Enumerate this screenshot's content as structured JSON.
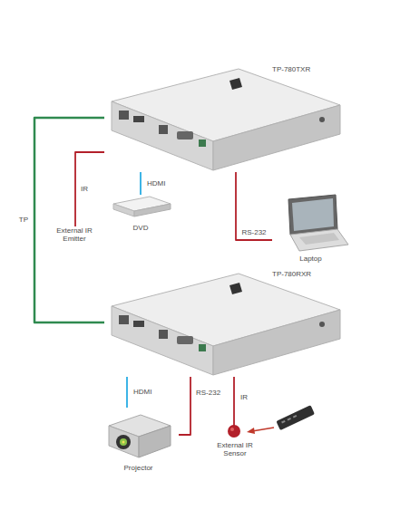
{
  "diagram": {
    "nodes": [
      {
        "text": [
          "TP-780TXR"
        ]
      },
      {
        "text": [
          "External IR Emitter"
        ]
      },
      {
        "text": [
          "DVD"
        ]
      },
      {
        "text": [
          "Laptop"
        ]
      },
      {
        "text": [
          "TP-780RXR"
        ]
      },
      {
        "text": [
          "Projector"
        ]
      },
      {
        "text": [
          "External IR Sensor"
        ]
      }
    ],
    "edges": [
      {
        "from": 2,
        "to": 0,
        "label": "HDMI",
        "arrow": "none"
      },
      {
        "from": 0,
        "to": 1,
        "label": "IR",
        "arrow": "none"
      },
      {
        "from": 0,
        "to": 3,
        "label": "RS-232",
        "arrow": "none"
      },
      {
        "from": 0,
        "to": 4,
        "label": "TP",
        "arrow": "none"
      },
      {
        "from": 4,
        "to": 5,
        "label": "HDMI",
        "arrow": "none"
      },
      {
        "from": 4,
        "to": 5,
        "label": "RS-232",
        "arrow": "none"
      },
      {
        "from": 6,
        "to": 4,
        "label": "IR",
        "arrow": "none"
      }
    ]
  }
}
